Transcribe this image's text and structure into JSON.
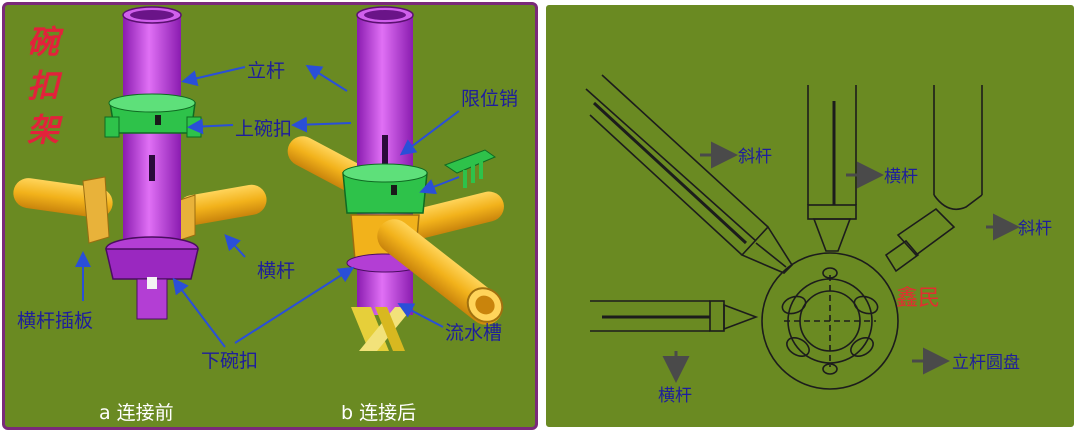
{
  "left": {
    "title_chars": [
      "碗",
      "扣",
      "架"
    ],
    "labels": {
      "vertical_pole": "立杆",
      "upper_cup": "上碗扣",
      "limit_pin": "限位销",
      "horizontal_bar": "横杆",
      "bar_plug_plate": "横杆插板",
      "lower_cup": "下碗扣",
      "drain_groove": "流水槽"
    },
    "captions": {
      "before": "a 连接前",
      "after": "b 连接后"
    }
  },
  "right": {
    "labels": {
      "diagonal_left": "斜杆",
      "horizontal_top": "横杆",
      "diagonal_right": "斜杆",
      "horizontal_bottom": "横杆",
      "pole_disc": "立杆圆盘"
    },
    "brand": "鑫民"
  },
  "colors": {
    "background": "#6a8a22",
    "pole": "#c040e0",
    "cup_green": "#2ec24a",
    "bar_yellow": "#f2b21b",
    "label_blue": "#1e1e9c",
    "arrow_blue": "#2a4fd8",
    "left_border": "#7a2a7a",
    "right_border": "#ffffff",
    "title_red": "#e2223b"
  }
}
